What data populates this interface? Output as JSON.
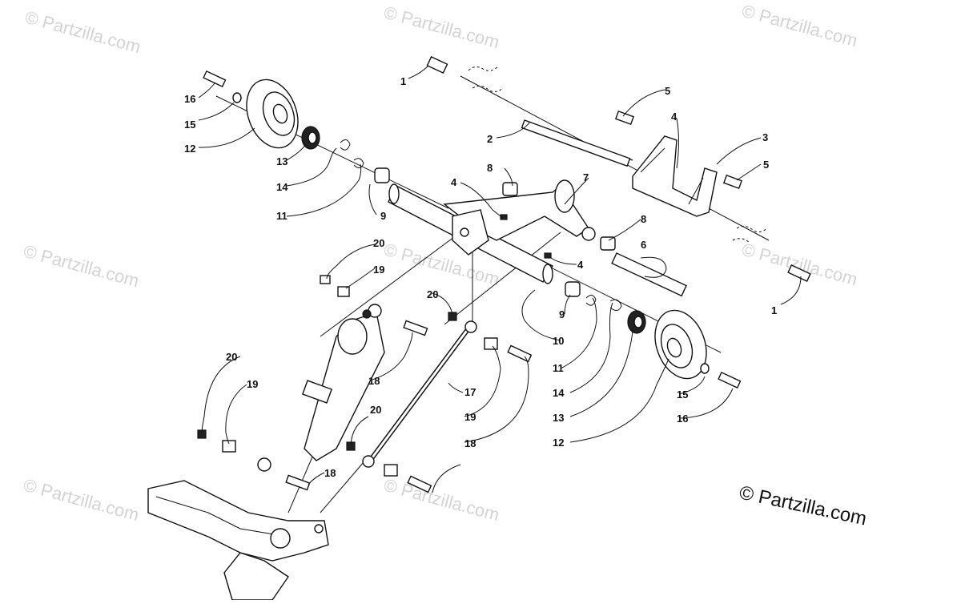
{
  "watermark_text": "© Partzilla.com",
  "brand_mark": "© Partzilla.com",
  "callouts": [
    "1",
    "2",
    "3",
    "4",
    "5",
    "6",
    "7",
    "8",
    "9",
    "10",
    "11",
    "12",
    "13",
    "14",
    "15",
    "16",
    "17",
    "18",
    "19",
    "20"
  ],
  "colors": {
    "line": "#111111",
    "watermark": "#d4d4d4",
    "background": "#ffffff"
  }
}
